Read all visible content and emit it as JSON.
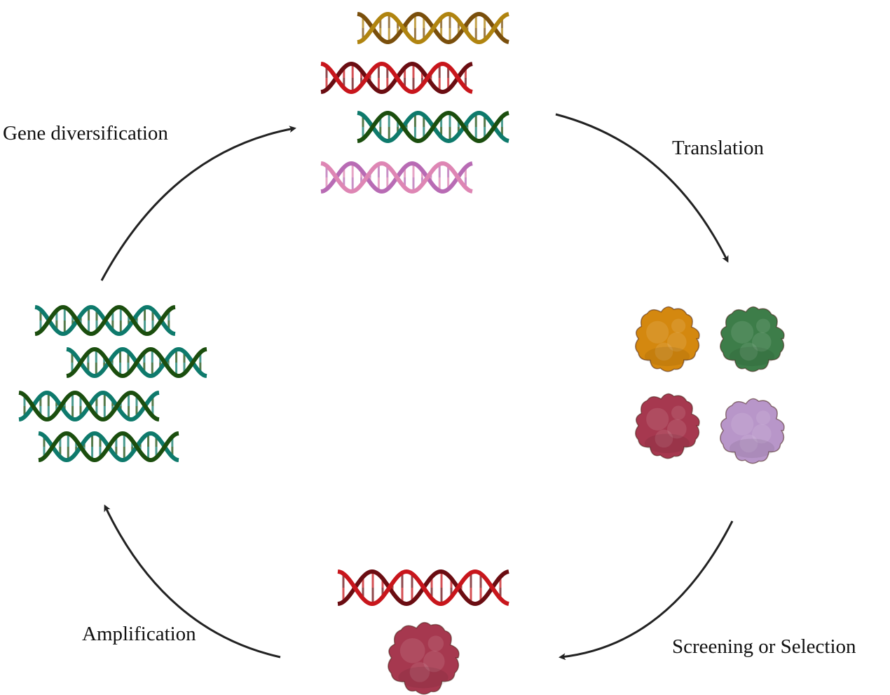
{
  "labels": {
    "gene_diversification": "Gene diversification",
    "translation": "Translation",
    "screening": "Screening or Selection",
    "amplification": "Amplification"
  },
  "colors": {
    "arrow": "#222222",
    "dna_gold": [
      "#7a4f0c",
      "#b08410"
    ],
    "dna_red": [
      "#6b0d12",
      "#c8161c"
    ],
    "dna_teal": [
      "#0e7a6c",
      "#1b4e0e"
    ],
    "dna_pink": [
      "#b86bb4",
      "#de86b4"
    ],
    "protein_orange": "#d4880f",
    "protein_green": "#3d7d49",
    "protein_crimson": "#a6384f",
    "protein_lavender": "#b896c9"
  }
}
